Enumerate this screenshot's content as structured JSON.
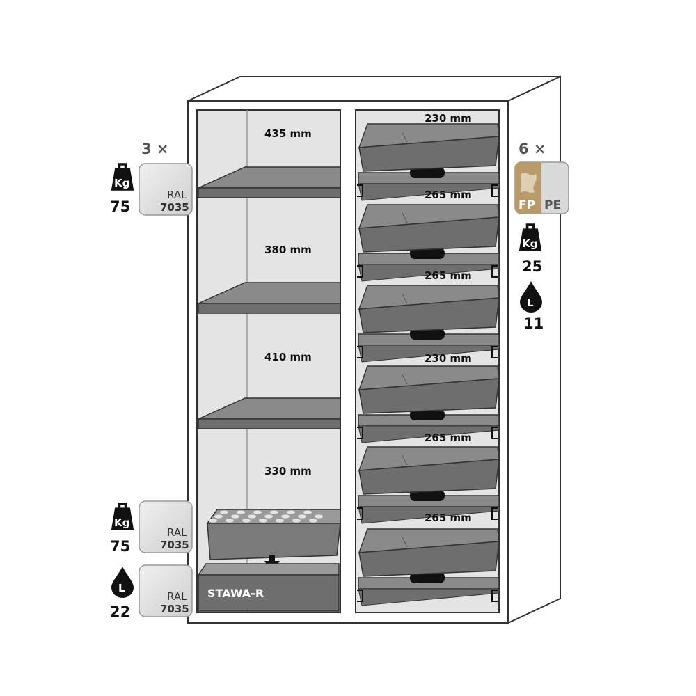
{
  "left_compartment": {
    "heights": [
      "435 mm",
      "380 mm",
      "410 mm",
      "330 mm"
    ],
    "sump_label": "STAWA-R"
  },
  "right_compartment": {
    "heights": [
      "230 mm",
      "265 mm",
      "265 mm",
      "230 mm",
      "265 mm",
      "265 mm"
    ]
  },
  "badges": {
    "shelves": {
      "count": "3 ×",
      "kg_icon": "Kg",
      "load": "75",
      "ral_top": "RAL",
      "ral_bottom": "7035"
    },
    "perforated_insert": {
      "kg_icon": "Kg",
      "load": "75",
      "ral_top": "RAL",
      "ral_bottom": "7035"
    },
    "sump": {
      "litre_icon": "L",
      "volume": "22",
      "ral_top": "RAL",
      "ral_bottom": "7035"
    },
    "drawers": {
      "count": "6 ×",
      "material_left": "FP",
      "material_right": "PE",
      "kg_icon": "Kg",
      "load": "25",
      "litre_icon": "L",
      "volume": "11"
    }
  },
  "colors": {
    "tray_dark": "#6e6e6e",
    "tray_light": "#8a8a8a",
    "interior": "#e4e4e4",
    "badge_grey": "#d6d6d6",
    "fp_tan": "#b89a6b"
  }
}
